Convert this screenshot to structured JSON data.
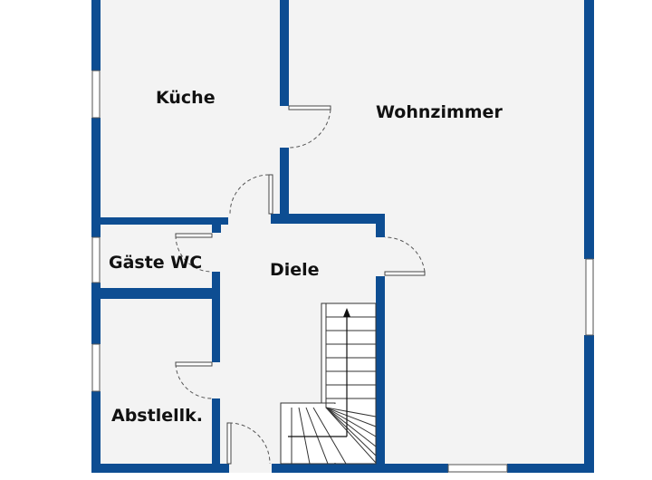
{
  "rooms": {
    "kueche": "Küche",
    "wohnzimmer": "Wohnzimmer",
    "gaeste_wc": "Gäste WC",
    "diele": "Diele",
    "abstellk": "Abstlellk."
  },
  "colors": {
    "wall": "#0d4d92",
    "floor": "#f3f3f3"
  }
}
